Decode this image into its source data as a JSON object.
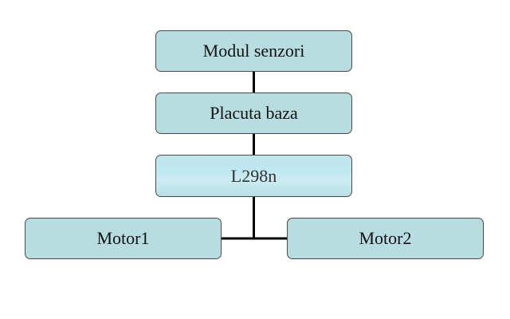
{
  "diagram": {
    "nodes": {
      "modul": "Modul senzori",
      "placuta": "Placuta baza",
      "l298": "L298n",
      "motor1": "Motor1",
      "motor2": "Motor2"
    },
    "colors": {
      "box_fill": "#b7dde0",
      "box_border": "#4a4a4a",
      "connector": "#000000",
      "background": "#ffffff"
    },
    "edges": [
      [
        "modul",
        "placuta"
      ],
      [
        "placuta",
        "l298"
      ],
      [
        "l298",
        "motor1"
      ],
      [
        "l298",
        "motor2"
      ]
    ]
  }
}
